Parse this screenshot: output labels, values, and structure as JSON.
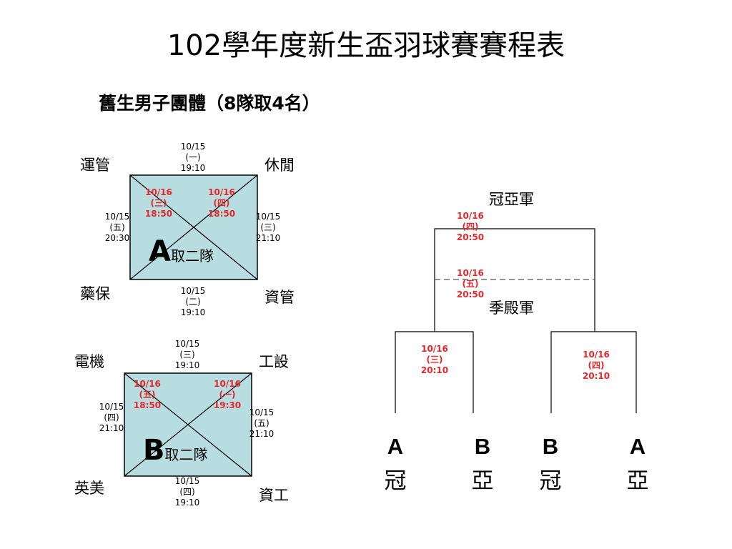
{
  "title": "102學年度新生盃羽球賽賽程表",
  "subtitle": "舊生男子團體（8隊取4名）",
  "group_a": {
    "letter": "A",
    "qualify": "取二隊",
    "teams": {
      "top_left": "運管",
      "top_right": "休閒",
      "bottom_left": "藥保",
      "bottom_right": "資管"
    },
    "schedules": {
      "top": "10/15\n(一)\n19:10",
      "left": "10/15\n(五)\n20:30",
      "right": "10/15\n(三)\n21:10",
      "bottom": "10/15\n(二)\n19:10",
      "diag_left": "10/16\n(三)\n18:50",
      "diag_right": "10/16\n(四)\n18:50"
    }
  },
  "group_b": {
    "letter": "B",
    "qualify": "取二隊",
    "teams": {
      "top_left": "電機",
      "top_right": "工設",
      "bottom_left": "英美",
      "bottom_right": "資工"
    },
    "schedules": {
      "top": "10/15\n(三)\n19:10",
      "left": "10/15\n(四)\n21:10",
      "right": "10/15\n(五)\n21:10",
      "bottom": "10/15\n(四)\n19:10",
      "diag_left": "10/16\n(五)\n18:50",
      "diag_right": "10/16\n(一)\n19:30"
    }
  },
  "bracket": {
    "final_label": "冠亞軍",
    "final_time": "10/16\n(四)\n20:50",
    "third_label": "季殿軍",
    "third_time": "10/16\n(五)\n20:50",
    "semi_left_time": "10/16\n(三)\n20:10",
    "semi_right_time": "10/16\n(四)\n20:10",
    "slots": [
      {
        "group": "A",
        "rank": "冠"
      },
      {
        "group": "B",
        "rank": "亞"
      },
      {
        "group": "B",
        "rank": "冠"
      },
      {
        "group": "A",
        "rank": "亞"
      }
    ]
  },
  "colors": {
    "box_fill": "#b7dde1",
    "schedule_red": "#e8262a",
    "line": "#000000",
    "dashed_line": "#555555"
  }
}
